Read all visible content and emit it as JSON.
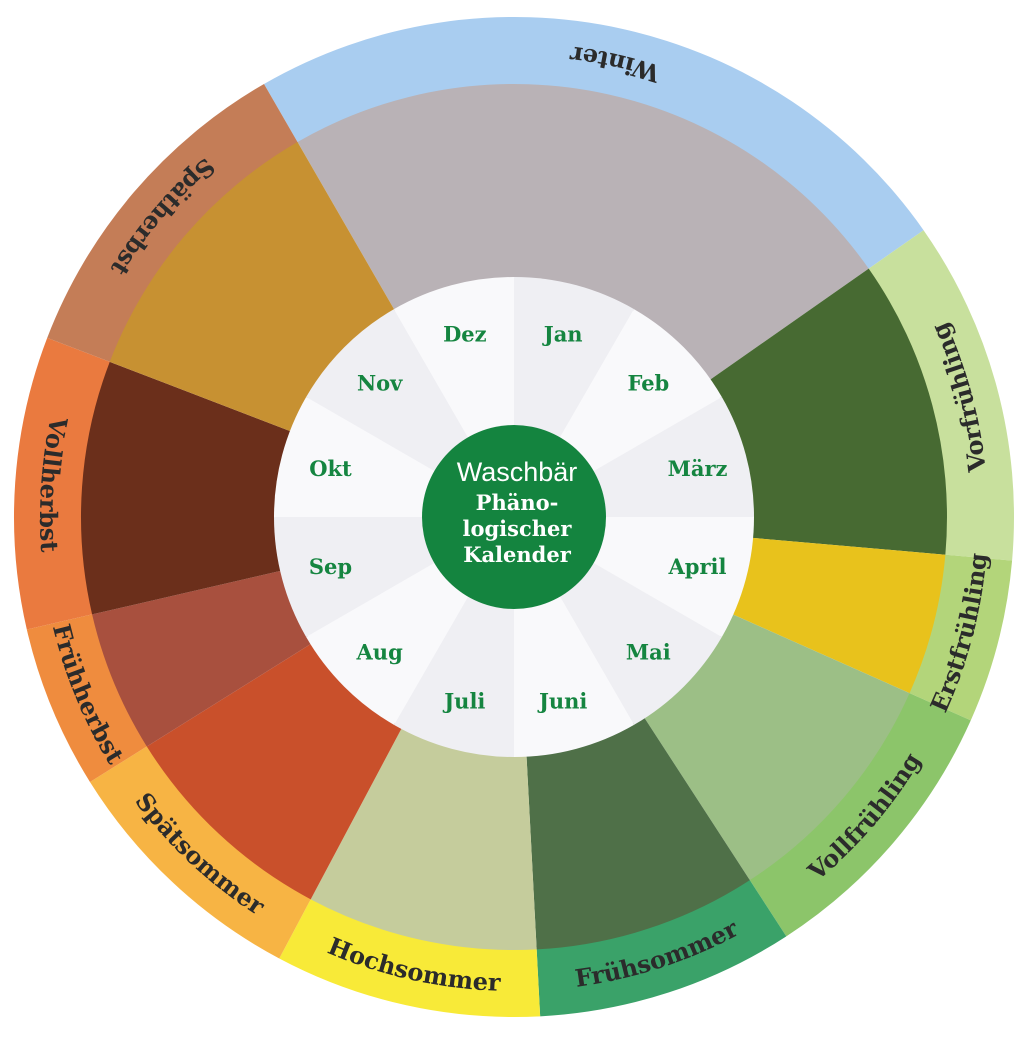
{
  "center": {
    "brand": "Waschbär",
    "title_lines": [
      "Phäno-",
      "logischer",
      "Kalender"
    ],
    "color": "#14843f"
  },
  "months": [
    "Jan",
    "Feb",
    "März",
    "April",
    "Mai",
    "Juni",
    "Juli",
    "Aug",
    "Sep",
    "Okt",
    "Nov",
    "Dez"
  ],
  "month_colors": {
    "shade": "#efeff3",
    "light": "#f9f9fb",
    "text": "#158540"
  },
  "seasons": [
    {
      "name": "Winter",
      "color": "#a9cdf0",
      "photo": "#b9b2b6",
      "start_deg": -30,
      "end_deg": 55
    },
    {
      "name": "Vorfrühling",
      "color": "#c8e09d",
      "photo": "#476a32",
      "start_deg": 55,
      "end_deg": 95
    },
    {
      "name": "Erstfrühling",
      "color": "#b3d57a",
      "photo": "#e8c21c",
      "start_deg": 95,
      "end_deg": 114
    },
    {
      "name": "Vollfrühling",
      "color": "#8cc56a",
      "photo": "#9cbf86",
      "start_deg": 114,
      "end_deg": 147
    },
    {
      "name": "Frühsommer",
      "color": "#3aa269",
      "photo": "#4f7048",
      "start_deg": 147,
      "end_deg": 177
    },
    {
      "name": "Hochsommer",
      "color": "#f8ea38",
      "photo": "#c5cc9c",
      "start_deg": 177,
      "end_deg": 208
    },
    {
      "name": "Spätsommer",
      "color": "#f7b444",
      "photo": "#c9502b",
      "start_deg": 208,
      "end_deg": 238
    },
    {
      "name": "Frühherbst",
      "color": "#ef8c3e",
      "photo": "#a8503e",
      "start_deg": 238,
      "end_deg": 257
    },
    {
      "name": "Vollherbst",
      "color": "#ea7a3f",
      "photo": "#6b2f1b",
      "start_deg": 257,
      "end_deg": 291
    },
    {
      "name": "Spätherbst",
      "color": "#c47d57",
      "photo": "#c79132",
      "start_deg": 291,
      "end_deg": 330
    }
  ]
}
